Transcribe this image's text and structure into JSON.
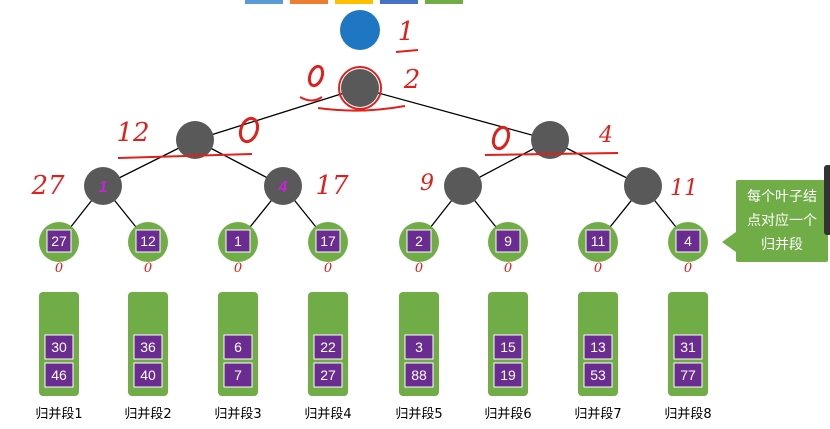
{
  "top_bar": {
    "colors": [
      "#5b9bd5",
      "#ed7d31",
      "#ffc000",
      "#4472c4",
      "#70ad47"
    ]
  },
  "tree": {
    "root_color": "#1f77c4",
    "node_color": "#595959",
    "leaf_color": "#70ad47",
    "leaf_box_color": "#6a2c91",
    "leaves": [
      "27",
      "12",
      "1",
      "17",
      "2",
      "9",
      "11",
      "4"
    ]
  },
  "segments": [
    {
      "label": "归并段1",
      "values": [
        "30",
        "46"
      ]
    },
    {
      "label": "归并段2",
      "values": [
        "36",
        "40"
      ]
    },
    {
      "label": "归并段3",
      "values": [
        "6",
        "7"
      ]
    },
    {
      "label": "归并段4",
      "values": [
        "22",
        "27"
      ]
    },
    {
      "label": "归并段5",
      "values": [
        "3",
        "88"
      ]
    },
    {
      "label": "归并段6",
      "values": [
        "15",
        "19"
      ]
    },
    {
      "label": "归并段7",
      "values": [
        "13",
        "53"
      ]
    },
    {
      "label": "归并段8",
      "values": [
        "31",
        "77"
      ]
    }
  ],
  "annotations": {
    "handwritten_color": "#e0201c",
    "purple_mark_color": "#c026d3",
    "level_labels": [
      "1",
      "2",
      "12",
      "4",
      "27",
      "17",
      "9",
      "11"
    ],
    "leaf_marks": [
      "0",
      "0",
      "0",
      "0",
      "0",
      "0",
      "0",
      "0"
    ]
  },
  "callout": {
    "lines": [
      "每个叶子结",
      "点对应一个",
      "归并段"
    ]
  }
}
